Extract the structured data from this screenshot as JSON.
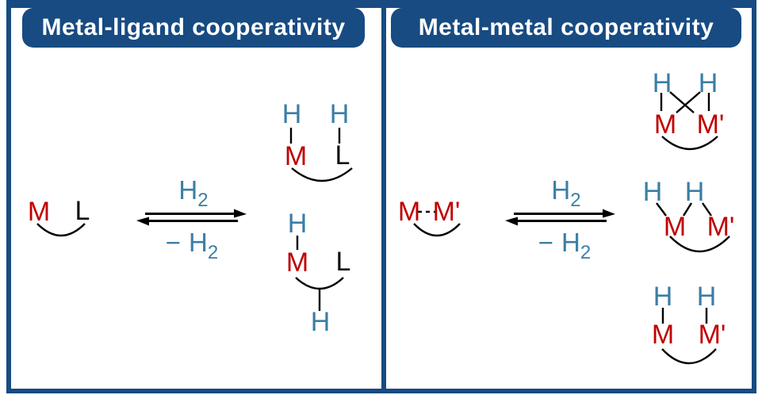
{
  "colors": {
    "frame_navy": "#174b82",
    "metal_red": "#c00000",
    "hydride_blue": "#3b7ea6",
    "bond_black": "#000000"
  },
  "left": {
    "title": "Metal-ligand cooperativity",
    "reactant": {
      "metal": "M",
      "ligand": "L"
    },
    "arrow": {
      "h": "H",
      "sub": "2",
      "minus": "−"
    },
    "product_top": {
      "h_left": "H",
      "h_right": "H",
      "metal": "M",
      "ligand": "L"
    },
    "product_bottom": {
      "h_top": "H",
      "metal": "M",
      "ligand": "L",
      "h_bottom": "H"
    }
  },
  "right": {
    "title": "Metal-metal cooperativity",
    "reactant": {
      "metal_left": "M",
      "metal_right": "M'"
    },
    "arrow": {
      "h": "H",
      "sub": "2",
      "minus": "−"
    },
    "product_top": {
      "h_left": "H",
      "h_right": "H",
      "metal_left": "M",
      "metal_right": "M'"
    },
    "product_middle": {
      "h_left": "H",
      "h_right": "H",
      "metal_left": "M",
      "metal_right": "M'"
    },
    "product_bottom": {
      "h_left": "H",
      "h_right": "H",
      "metal_left": "M",
      "metal_right": "M'"
    }
  }
}
